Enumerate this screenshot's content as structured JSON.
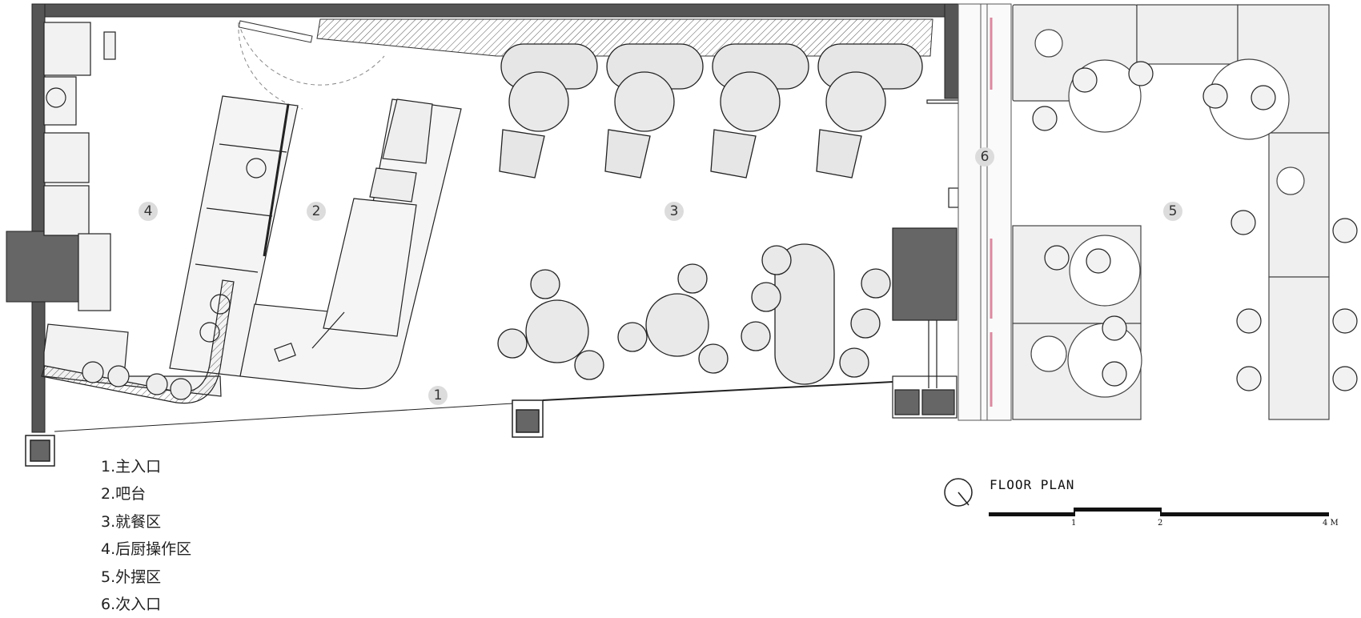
{
  "zones": [
    "1",
    "2",
    "3",
    "4",
    "5",
    "6"
  ],
  "legend": [
    "1.主入口",
    "2.吧台",
    "3.就餐区",
    "4.后厨操作区",
    "5.外摆区",
    "6.次入口"
  ],
  "plan_title": "FLOOR PLAN",
  "scale_bar": {
    "ticks": [
      "1",
      "2",
      "4 M"
    ]
  }
}
